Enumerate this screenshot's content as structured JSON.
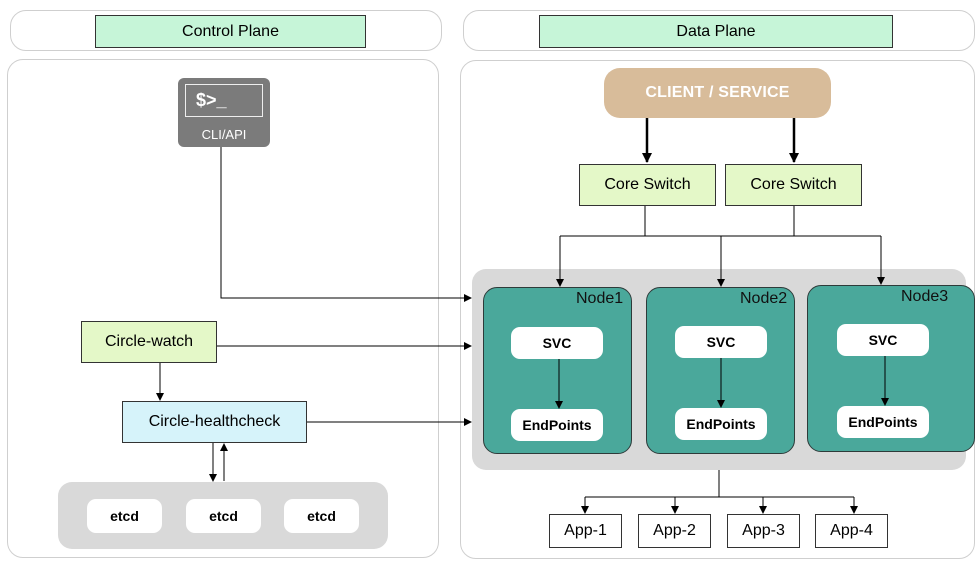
{
  "control_plane": {
    "title": "Control Plane",
    "cli": {
      "prompt": "$>_",
      "label": "CLI/API",
      "icon": "terminal-icon"
    },
    "circle_watch": "Circle-watch",
    "circle_healthcheck": "Circle-healthcheck",
    "etcd": [
      "etcd",
      "etcd",
      "etcd"
    ]
  },
  "data_plane": {
    "title": "Data Plane",
    "client": "CLIENT / SERVICE",
    "switches": [
      "Core Switch",
      "Core Switch"
    ],
    "nodes": [
      {
        "name": "Node1",
        "svc": "SVC",
        "endpoints": "EndPoints"
      },
      {
        "name": "Node2",
        "svc": "SVC",
        "endpoints": "EndPoints"
      },
      {
        "name": "Node3",
        "svc": "SVC",
        "endpoints": "EndPoints"
      }
    ],
    "apps": [
      "App-1",
      "App-2",
      "App-3",
      "App-4"
    ]
  },
  "colors": {
    "header_fill": "#c6f5d8",
    "switch_fill": "#e4f8c8",
    "healthcheck_fill": "#d6f3fa",
    "node_fill": "#4aa89b",
    "client_fill": "#d8bc9a",
    "cli_fill": "#7b7b7b",
    "panel_gray": "#d9d9d9"
  }
}
